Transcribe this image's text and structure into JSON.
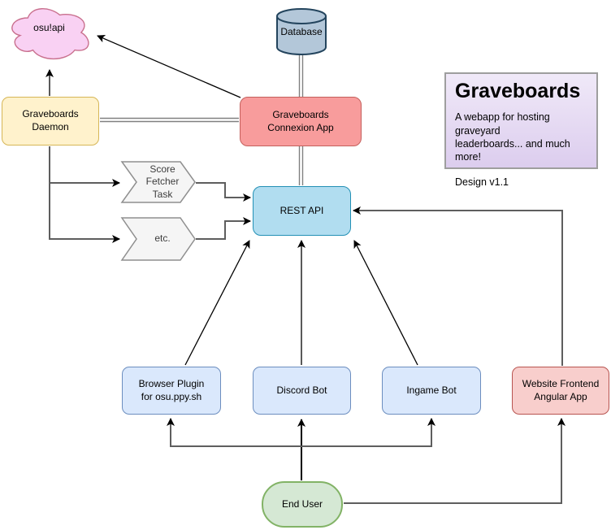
{
  "info_box": {
    "title": "Graveboards",
    "description": "A webapp for hosting graveyard\nleaderboards... and much more!",
    "version": "Design v1.1"
  },
  "nodes": {
    "osu_api": {
      "label": "osu!api",
      "shape": "cloud"
    },
    "database": {
      "label": "Database",
      "shape": "cylinder"
    },
    "graveboards_daemon": {
      "label": "Graveboards\nDaemon",
      "shape": "rounded-rect"
    },
    "graveboards_connexion_app": {
      "label": "Graveboards\nConnexion App",
      "shape": "rounded-rect"
    },
    "score_fetcher_task": {
      "label": "Score\nFetcher\nTask",
      "shape": "step-arrow"
    },
    "etc_task": {
      "label": "etc.",
      "shape": "step-arrow"
    },
    "rest_api": {
      "label": "REST API",
      "shape": "rounded-rect"
    },
    "browser_plugin": {
      "label": "Browser Plugin\nfor osu.ppy.sh",
      "shape": "rounded-rect"
    },
    "discord_bot": {
      "label": "Discord Bot",
      "shape": "rounded-rect"
    },
    "ingame_bot": {
      "label": "Ingame Bot",
      "shape": "rounded-rect"
    },
    "website_frontend": {
      "label": "Website Frontend\nAngular App",
      "shape": "rounded-rect"
    },
    "end_user": {
      "label": "End User",
      "shape": "stadium"
    }
  },
  "colors": {
    "cloud_fill": "#f9d1f3",
    "cloud_stroke": "#c9708e",
    "database_fill": "#b3c7d9",
    "database_stroke": "#23445d",
    "daemon_fill": "#fff2cc",
    "daemon_stroke": "#d6b656",
    "connexion_fill": "#f89c9c",
    "connexion_stroke": "#c4605c",
    "task_fill": "#f5f5f5",
    "task_stroke": "#8f8f8f",
    "rest_api_fill": "#b1ddf0",
    "rest_api_stroke": "#2390b5",
    "client_fill": "#dae8fc",
    "client_stroke": "#6c8ebf",
    "frontend_fill": "#f8cecc",
    "frontend_stroke": "#b85450",
    "end_user_fill": "#d5e8d4",
    "end_user_stroke": "#82b366",
    "info_fill_top": "#f0e9f8",
    "info_fill_bottom": "#dccdee",
    "info_stroke": "#9e9e9e",
    "edge_thick": "#5e5e5e",
    "edge_double": "#808080",
    "edge_thin": "#000000"
  }
}
